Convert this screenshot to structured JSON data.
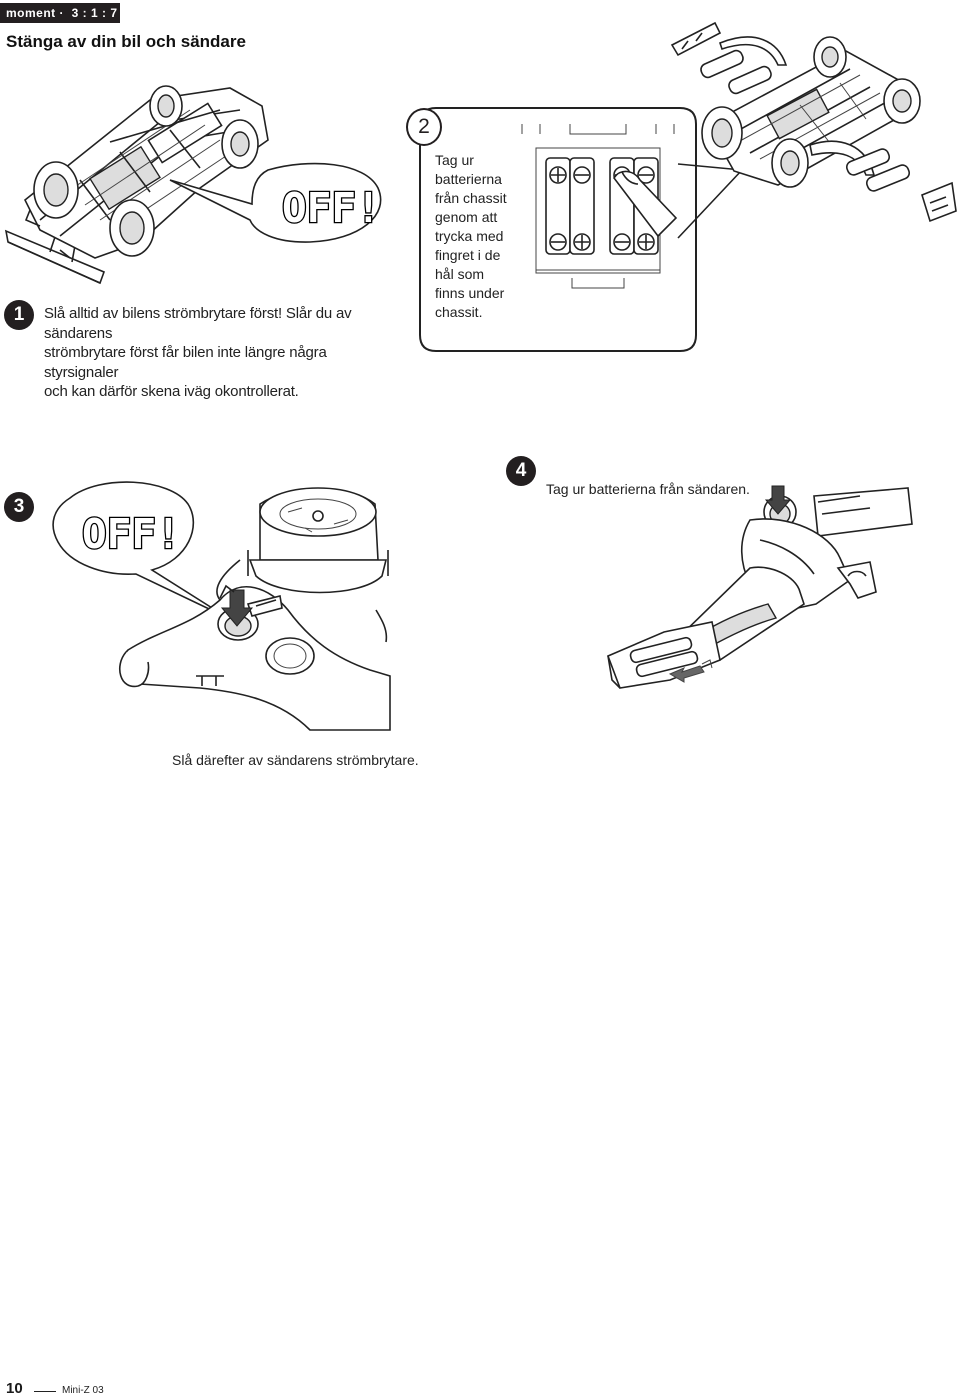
{
  "header": {
    "tag": "moment ·  3 : 1 : 7",
    "title": "Stänga av din bil och sändare"
  },
  "steps": {
    "step1": {
      "number": "1",
      "text_line1": "Slå alltid av bilens strömbrytare först! Slår du av sändarens",
      "text_line2": "strömbrytare först får bilen inte längre några styrsignaler",
      "text_line3": "och kan därför skena iväg okontrollerat.",
      "callout": "OFF!"
    },
    "step2": {
      "number": "2",
      "lines": [
        "Tag ur",
        "batterierna",
        "från chassit",
        "genom att",
        "trycka med",
        "fingret i de",
        "hål som",
        "finns under",
        "chassit."
      ]
    },
    "step3": {
      "number": "3",
      "callout": "OFF!",
      "caption": "Slå därefter av sändarens strömbrytare."
    },
    "step4": {
      "number": "4",
      "caption": "Tag ur batterierna från sändaren."
    }
  },
  "illustrations": {
    "car_chassis": "rc-car-chassis-illustration",
    "battery_bay": "chassis-battery-compartment-illustration",
    "chassis_batteries": "chassis-batteries-removed-illustration",
    "transmitter_switch": "transmitter-power-switch-illustration",
    "transmitter_battery": "transmitter-battery-tray-illustration"
  },
  "footer": {
    "page_number": "10",
    "model": "Mini-Z 03"
  }
}
